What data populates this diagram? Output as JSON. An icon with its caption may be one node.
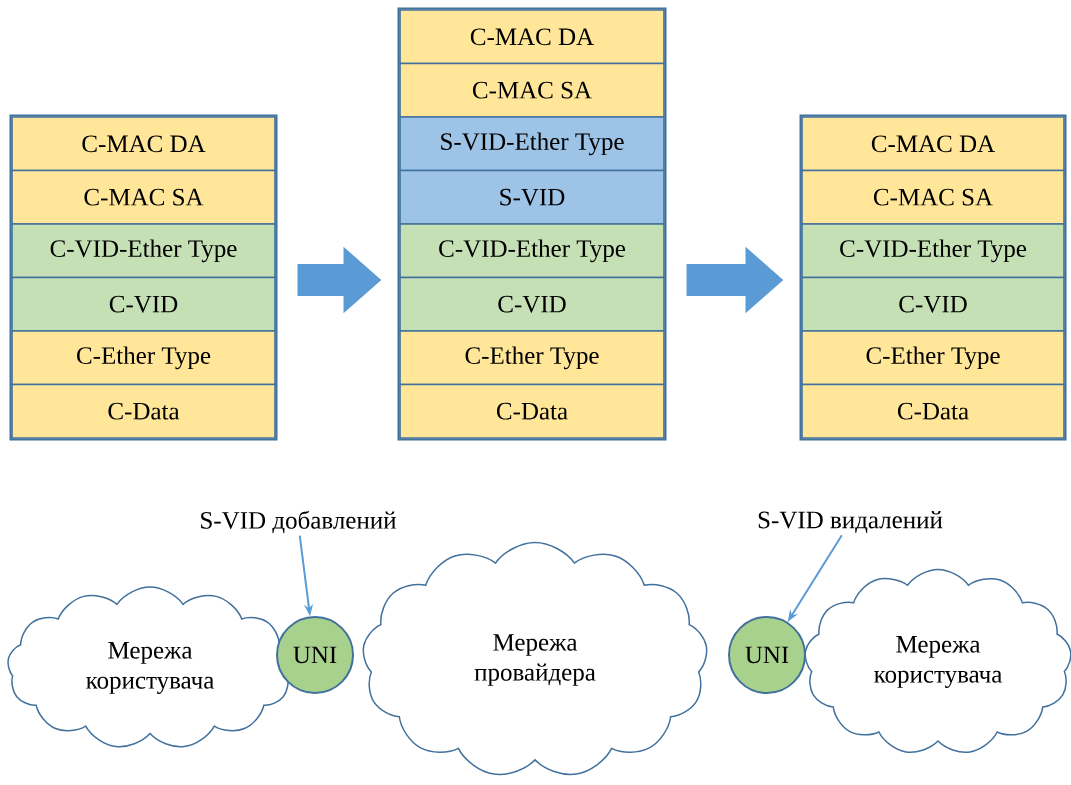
{
  "diagram": {
    "nodes": [
      {
        "text": [],
        "shape": "box"
      },
      {
        "text": [
          "C-MAC DA"
        ],
        "in": 0
      },
      {
        "text": [
          "C-MAC SA"
        ],
        "in": 0
      },
      {
        "text": [
          "C-VID-Ether Type"
        ],
        "in": 0
      },
      {
        "text": [
          "C-VID"
        ],
        "in": 0
      },
      {
        "text": [
          "C-Ether Type"
        ],
        "in": 0
      },
      {
        "text": [
          "C-Data"
        ],
        "in": 0
      },
      {
        "text": [],
        "shape": "box"
      },
      {
        "text": [
          "C-MAC DA"
        ],
        "in": 7
      },
      {
        "text": [
          "C-MAC SA"
        ],
        "in": 7
      },
      {
        "text": [
          "S-VID-Ether Type"
        ],
        "in": 7
      },
      {
        "text": [
          "S-VID"
        ],
        "in": 7
      },
      {
        "text": [
          "C-VID-Ether Type"
        ],
        "in": 7
      },
      {
        "text": [
          "C-VID"
        ],
        "in": 7
      },
      {
        "text": [
          "C-Ether Type"
        ],
        "in": 7
      },
      {
        "text": [
          "C-Data"
        ],
        "in": 7
      },
      {
        "text": [],
        "shape": "box"
      },
      {
        "text": [
          "C-MAC DA"
        ],
        "in": 16
      },
      {
        "text": [
          "C-MAC SA"
        ],
        "in": 16
      },
      {
        "text": [
          "C-VID-Ether Type"
        ],
        "in": 16
      },
      {
        "text": [
          "C-VID"
        ],
        "in": 16
      },
      {
        "text": [
          "C-Ether Type"
        ],
        "in": 16
      },
      {
        "text": [
          "C-Data"
        ],
        "in": 16
      },
      {
        "text": [
          "S-VID добавлений"
        ]
      },
      {
        "text": [
          "S-VID видалений"
        ]
      },
      {
        "text": [
          "Мережа користувача"
        ]
      },
      {
        "text": [
          "UNI"
        ]
      },
      {
        "text": [
          "Мережа провайдера"
        ]
      },
      {
        "text": [
          "UNI"
        ]
      },
      {
        "text": [
          "Мережа користувача"
        ]
      }
    ],
    "edges": [
      {
        "from": 0,
        "to": 7,
        "arrow": "to",
        "style": "thick"
      },
      {
        "from": 7,
        "to": 16,
        "arrow": "to",
        "style": "thick"
      },
      {
        "from": 23,
        "to": 26,
        "arrow": "to"
      },
      {
        "from": 24,
        "to": 28,
        "arrow": "to"
      }
    ]
  }
}
